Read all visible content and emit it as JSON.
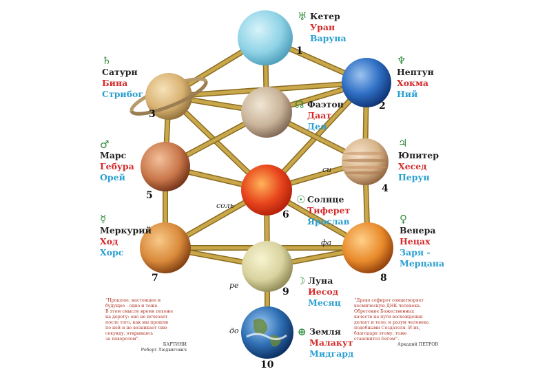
{
  "nodes": [
    {
      "id": "1",
      "number": "1",
      "planet": "uranus",
      "symbol": "♅",
      "names": [
        "Кетер",
        "Уран",
        "Варуна"
      ],
      "color": "#8fd3e6"
    },
    {
      "id": "2",
      "number": "2",
      "planet": "neptune",
      "symbol": "♆",
      "names": [
        "Нептун",
        "Хокма",
        "Ний"
      ],
      "color": "#2f6fc4"
    },
    {
      "id": "3",
      "number": "3",
      "planet": "saturn",
      "symbol": "♄",
      "names": [
        "Сатурн",
        "Бина",
        "Стрибог"
      ],
      "color": "#d9b273"
    },
    {
      "id": "daat",
      "number": "",
      "planet": "phaeton",
      "symbol": "☊",
      "names": [
        "Фаэтон",
        "Даат",
        "Дея"
      ],
      "color": "#c9b49a"
    },
    {
      "id": "4",
      "number": "4",
      "planet": "jupiter",
      "symbol": "♃",
      "names": [
        "Юпитер",
        "Хесед",
        "Перун"
      ],
      "color": "#d7b48a"
    },
    {
      "id": "5",
      "number": "5",
      "planet": "mars",
      "symbol": "♂",
      "names": [
        "Марс",
        "Гебура",
        "Орей"
      ],
      "color": "#c9774a"
    },
    {
      "id": "6",
      "number": "6",
      "planet": "sun",
      "symbol": "☉",
      "names": [
        "Солнце",
        "Тиферет",
        "Ярослав"
      ],
      "color": "#e8461c"
    },
    {
      "id": "7",
      "number": "7",
      "planet": "mercury",
      "symbol": "☿",
      "names": [
        "Меркурий",
        "Ход",
        "Хорс"
      ],
      "color": "#d98a3a"
    },
    {
      "id": "8",
      "number": "8",
      "planet": "venus",
      "symbol": "♀",
      "names": [
        "Венера",
        "Нецах",
        "Заря -",
        "Мерцана"
      ],
      "color": "#e88a2a"
    },
    {
      "id": "9",
      "number": "9",
      "planet": "moon",
      "symbol": "☽",
      "names": [
        "Луна",
        "Иесод",
        "Месяц"
      ],
      "color": "#d9d3a0"
    },
    {
      "id": "10",
      "number": "10",
      "planet": "earth",
      "symbol": "⊕",
      "names": [
        "Земля",
        "Малакут",
        "Мидгард"
      ],
      "color": "#2f6fb4"
    }
  ],
  "notes": {
    "si": "си",
    "sol": "соль",
    "fa": "фа",
    "re": "ре",
    "do": "до"
  },
  "quote_left": {
    "lines": [
      "“Прошлое, настоящее и",
      "будущее - одно и тоже.",
      "В этом смысле время похоже",
      "на дорогу: оно не исчезает",
      "после того, как мы прошли",
      "по ней и не возникает сию",
      "секунду, открываясь",
      "за поворотом”."
    ],
    "author": "БАРТИНИ",
    "author_sub": "Роберт Людвигович"
  },
  "quote_right": {
    "lines": [
      "“Древо сефирот олицетворяет",
      "космическую ДНК человека.",
      "Обретение Божественных",
      "качеств на пути восхождения",
      "делает и тело, и разум человека",
      "подобными Создателя. И их,",
      "благодаря этому, тоже",
      "становится Богом”."
    ],
    "author": "Аркадий ПЕТРОВ"
  },
  "colors": {
    "path": "#c8a84a",
    "path_edge": "#8a6a20",
    "symbol": "#2e8b3a",
    "name_primary": "#222222",
    "name_sephira": "#d42a2a",
    "name_slavic": "#2a9fd0"
  }
}
